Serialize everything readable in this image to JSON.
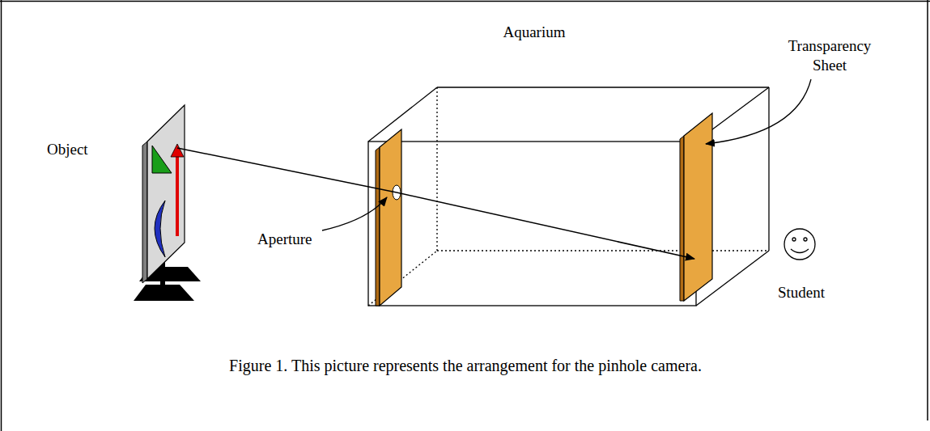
{
  "diagram": {
    "caption": "Figure 1. This picture represents the arrangement for the pinhole camera.",
    "labels": [
      "Aquarium",
      "Object",
      "Transparency Sheet",
      "Aperture",
      "Student"
    ]
  }
}
